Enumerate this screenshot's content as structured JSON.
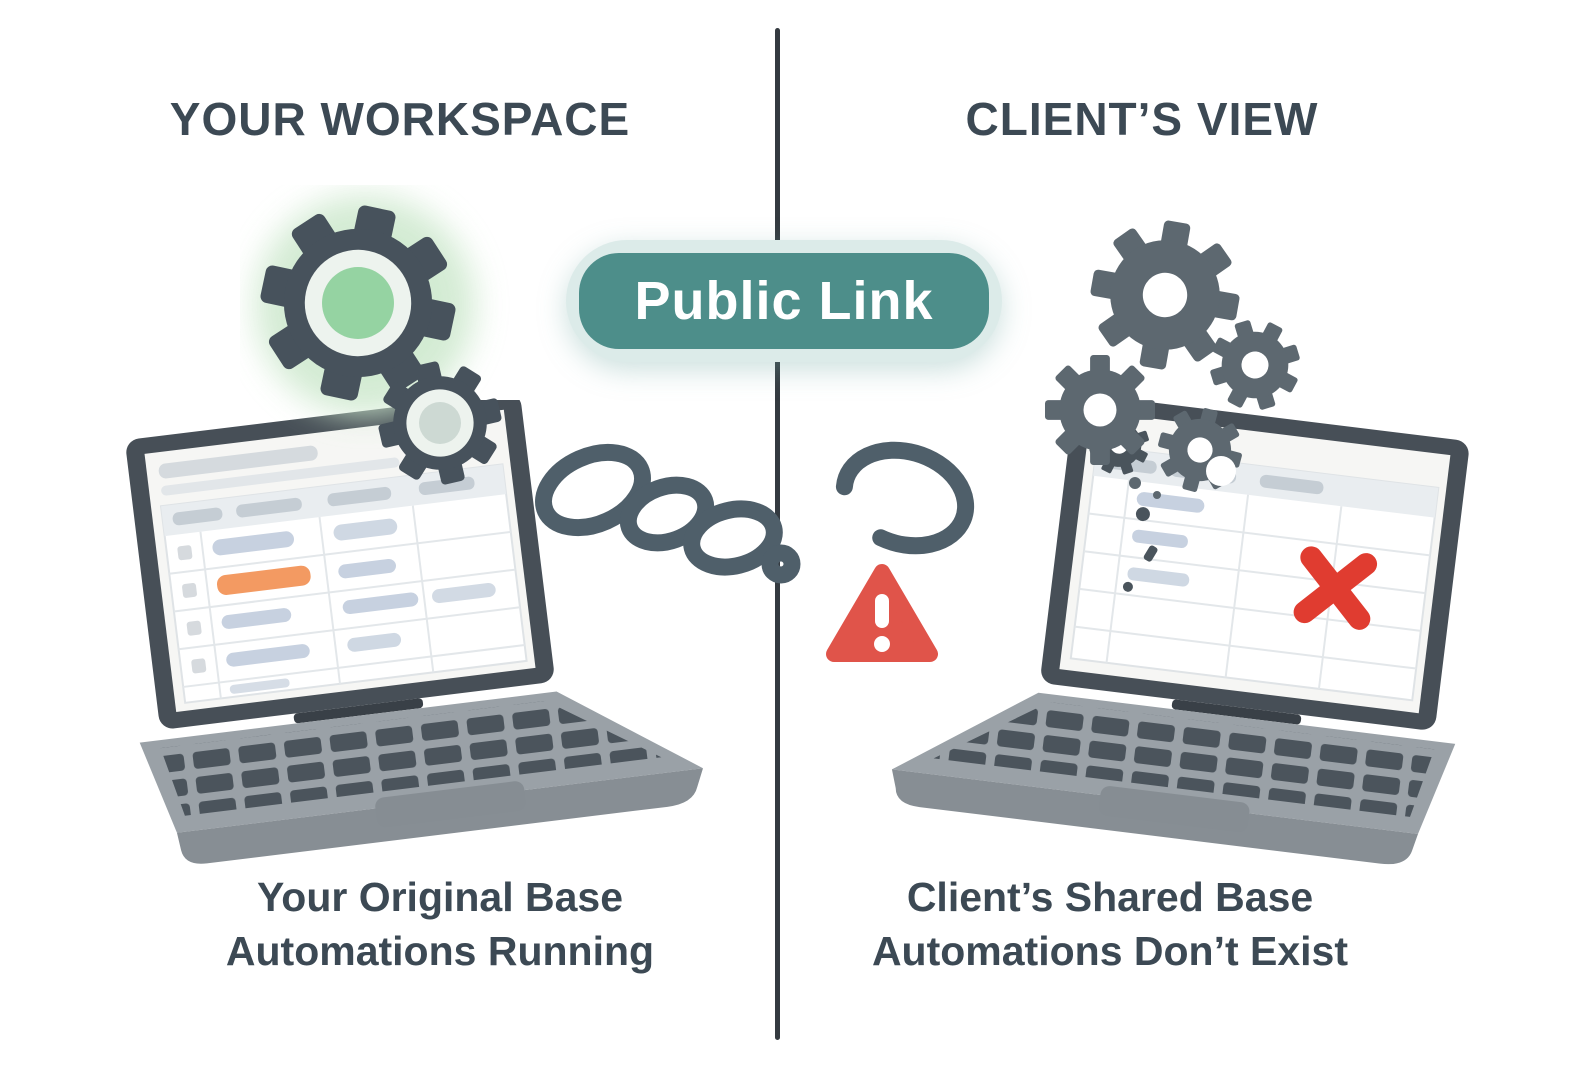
{
  "left_panel": {
    "heading": "YOUR WORKSPACE",
    "caption_line1": "Your Original Base",
    "caption_line2": "Automations Running"
  },
  "right_panel": {
    "heading": "CLIENT’S VIEW",
    "caption_line1": "Client’s Shared Base",
    "caption_line2": "Automations Don’t Exist"
  },
  "badge": {
    "label": "Public Link",
    "background": "#4d8e8a",
    "glow": "#dcebe9",
    "text_color": "#ffffff"
  },
  "divider": {
    "color": "#343a40"
  },
  "colors": {
    "heading_text": "#3c4954",
    "caption_text": "#3c4954",
    "gear_outline": "#47525c",
    "gear_green": "#95d3a2",
    "gear_glow": "#cfe9cf",
    "gear_gray": "#5d6870",
    "chain": "#4f5f6a",
    "warning_red": "#e0544a",
    "error_x_red": "#e03c30",
    "row_highlight_orange": "#f39a62"
  },
  "icons": {
    "left_gears": "running-gears",
    "right_gears": "broken-gears",
    "chain": "broken-chain-link",
    "warning": "warning-triangle",
    "error": "red-x-mark"
  }
}
